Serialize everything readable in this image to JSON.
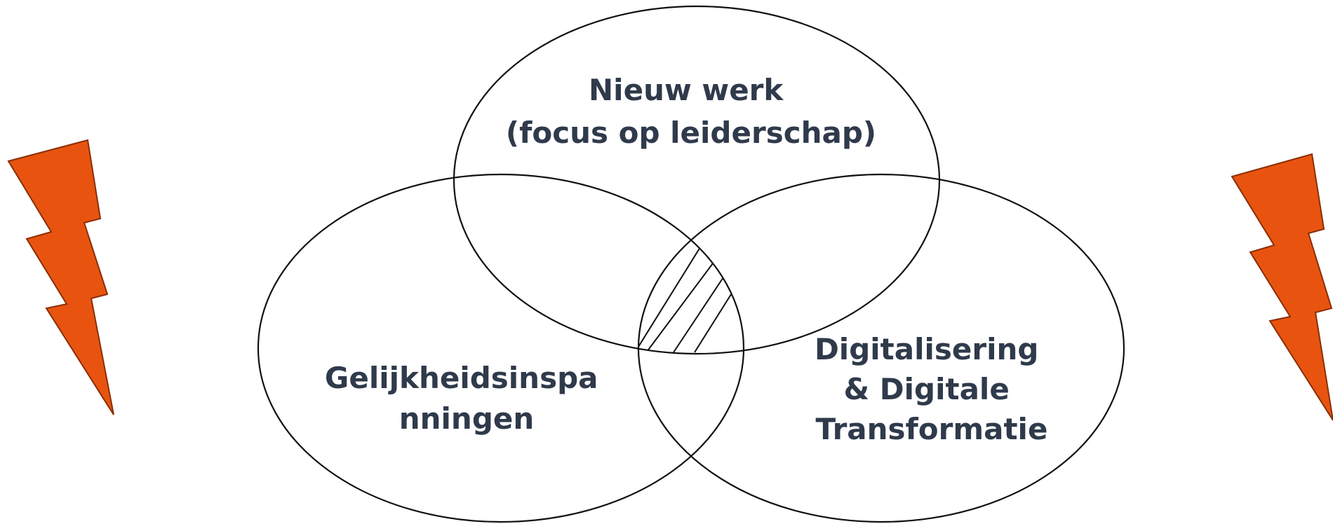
{
  "diagram": {
    "circles": [
      {
        "id": "top",
        "label_lines": [
          "Nieuw werk",
          "(focus op leiderschap)"
        ]
      },
      {
        "id": "left",
        "label_lines": [
          "Gelijkheidsinspa",
          "nningen"
        ]
      },
      {
        "id": "right",
        "label_lines": [
          "Digitalisering",
          "& Digitale",
          "Transformatie"
        ]
      }
    ],
    "center_intersection_fill": "hatched",
    "decorations": [
      "lightning-bolt-icon",
      "lightning-bolt-icon"
    ],
    "colors": {
      "label_text": "#2f3a4b",
      "outline": "#111111",
      "lightning_fill": "#e8540f",
      "lightning_stroke": "#8a2e06",
      "background": "#ffffff"
    }
  }
}
